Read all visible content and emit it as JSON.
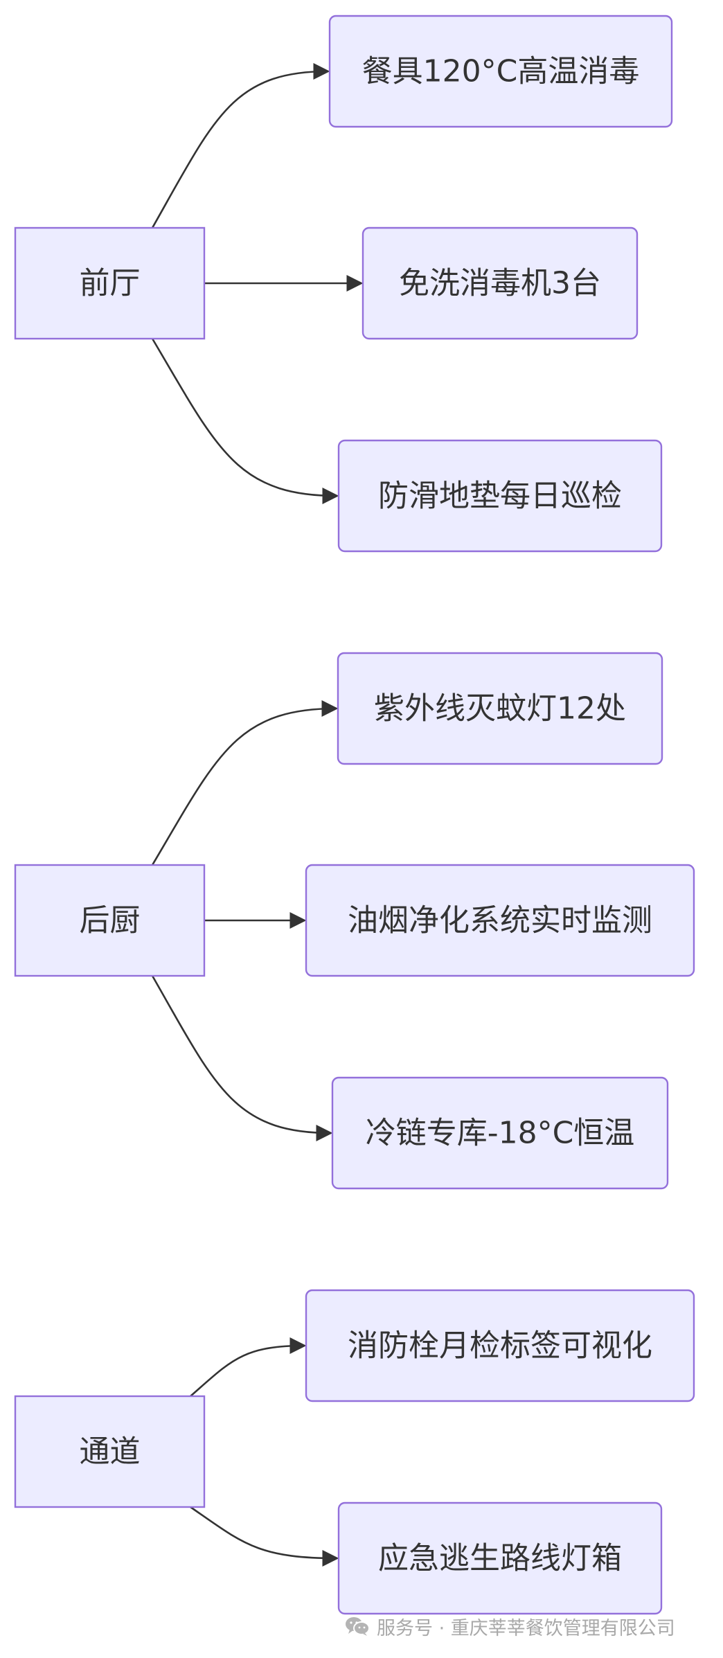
{
  "diagram": {
    "groups": [
      {
        "label": "前厅",
        "children": [
          "餐具120°C高温消毒",
          "免洗消毒机3台",
          "防滑地垫每日巡检"
        ]
      },
      {
        "label": "后厨",
        "children": [
          "紫外线灭蚊灯12处",
          "油烟净化系统实时监测",
          "冷链专库-18°C恒温"
        ]
      },
      {
        "label": "通道",
        "children": [
          "消防栓月检标签可视化",
          "应急逃生路线灯箱"
        ]
      }
    ]
  },
  "watermark": {
    "icon": "wechat-icon",
    "text": "服务号 · 重庆莘莘餐饮管理有限公司"
  },
  "colors": {
    "node_fill": "#ececff",
    "node_stroke": "#9370db",
    "edge": "#333333",
    "text": "#333333",
    "watermark": "#a8a8a8"
  }
}
